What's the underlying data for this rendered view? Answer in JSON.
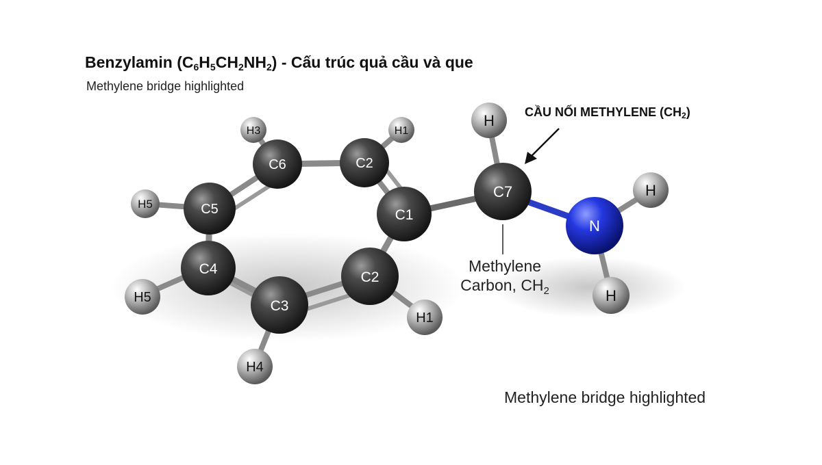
{
  "title": {
    "part1": "Benzylamin (C",
    "s1": "6",
    "part2": "H",
    "s2": "5",
    "part3": "CH",
    "s3": "2",
    "part4": "NH",
    "s4": "2",
    "part5": ") - Cấu trúc quả cầu và que"
  },
  "subtitle": "Methylene bridge highlighted",
  "callout": {
    "text": "CẦU NỐI METHYLENE (CH",
    "sub": "2",
    "close": ")"
  },
  "methylene_label": {
    "line1": "Methylene",
    "line2": "Carbon, CH",
    "sub": "2"
  },
  "footer_note": "Methylene bridge highlighted",
  "colors": {
    "carbon": "#3a3a3a",
    "hydrogen": "#9a9a9a",
    "nitrogen": "#2233cc",
    "bond_cc": "#7a7a7a",
    "bond_cn": "#3344bb"
  },
  "atoms": {
    "c1": "C1",
    "c2_top": "C2",
    "c2_bottom": "C2",
    "c3": "C3",
    "c4": "C4",
    "c5": "C5",
    "c6": "C6",
    "c7": "C7",
    "n": "N",
    "h1_top": "H1",
    "h1_bottom": "H1",
    "h3": "H3",
    "h4": "H4",
    "h5_upper": "H5",
    "h5_lower": "H5",
    "h_c7": "H",
    "h_n_upper": "H",
    "h_n_lower": "H"
  }
}
